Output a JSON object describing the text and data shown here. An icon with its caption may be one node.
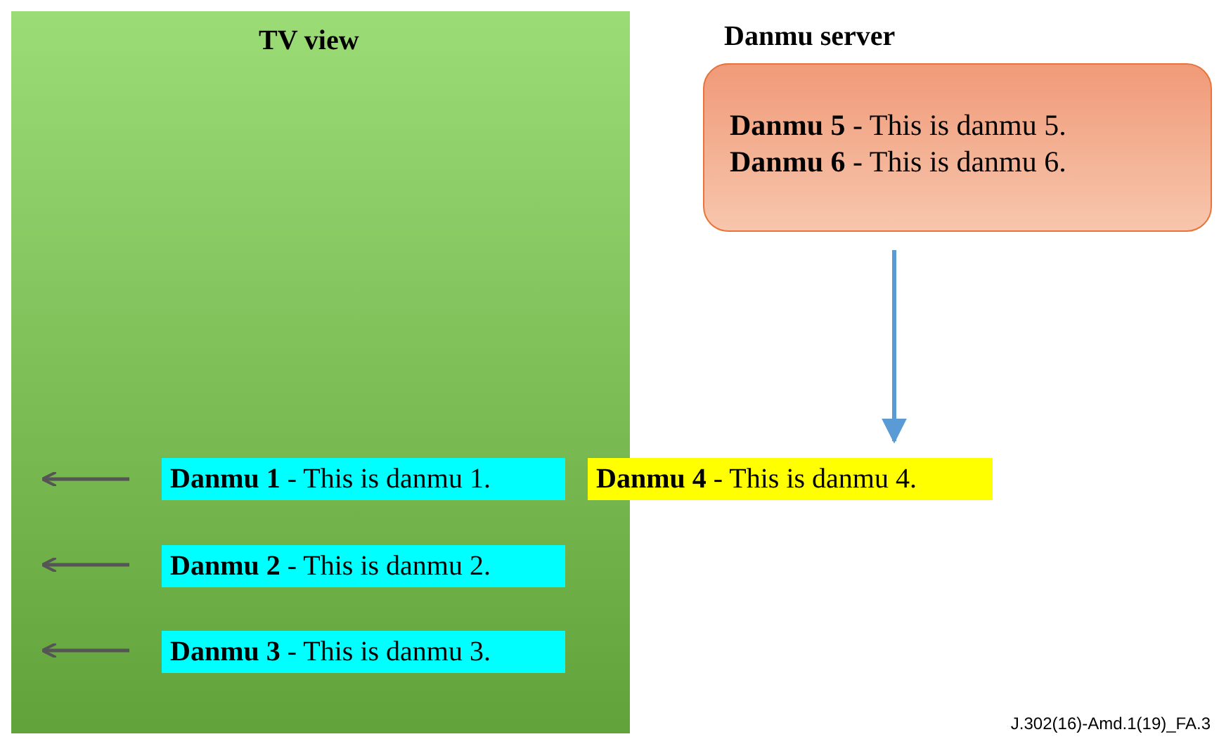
{
  "diagram": {
    "nodes": [
      {
        "text": [
          "TV view"
        ]
      },
      {
        "text": [
          "Danmu server",
          "**Danmu 5** - This is danmu 5.",
          "**Danmu 6** - This is danmu 6."
        ]
      },
      {
        "text": [
          "**Danmu 1** - This is danmu 1."
        ],
        "in": 0
      },
      {
        "text": [
          "**Danmu 2** - This is danmu 2."
        ],
        "in": 0
      },
      {
        "text": [
          "**Danmu 3** - This is danmu 3."
        ],
        "in": 0
      },
      {
        "text": [
          "**Danmu 4** - This is danmu 4."
        ]
      }
    ],
    "edges": [
      {
        "from": 1,
        "to": 5,
        "arrow": "to"
      }
    ],
    "labels": [
      "J.302(16)-Amd.1(19)_FA.3"
    ]
  }
}
